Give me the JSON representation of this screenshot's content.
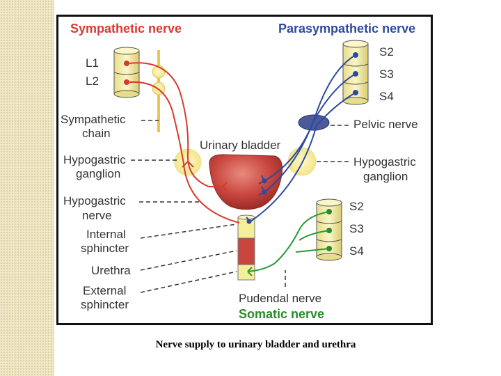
{
  "diagram": {
    "title_left": "Sympathetic nerve",
    "title_right": "Parasympathetic nerve",
    "labels": {
      "l1": "L1",
      "l2": "L2",
      "sympathetic_chain_1": "Sympathetic",
      "sympathetic_chain_2": "chain",
      "urinary_bladder": "Urinary bladder",
      "hypogastric_ganglion_left_1": "Hypogastric",
      "hypogastric_ganglion_left_2": "ganglion",
      "hypogastric_nerve_1": "Hypogastric",
      "hypogastric_nerve_2": "nerve",
      "internal_sphincter_1": "Internal",
      "internal_sphincter_2": "sphincter",
      "urethra": "Urethra",
      "external_sphincter_1": "External",
      "external_sphincter_2": "sphincter",
      "s2_top": "S2",
      "s3_top": "S3",
      "s4_top": "S4",
      "pelvic_nerve": "Pelvic nerve",
      "hypogastric_ganglion_right_1": "Hypogastric",
      "hypogastric_ganglion_right_2": "ganglion",
      "s2_bottom": "S2",
      "s3_bottom": "S3",
      "s4_bottom": "S4",
      "pudendal_nerve": "Pudendal nerve",
      "somatic_nerve": "Somatic nerve"
    },
    "colors": {
      "sympathetic": "#d83a2c",
      "parasympathetic": "#2d4aa0",
      "somatic": "#2a8a2a",
      "bladder": "#c8463e",
      "vertebra": "#f3eca0",
      "ganglion": "#f6ec9a"
    }
  },
  "caption": "Nerve supply to urinary bladder and urethra"
}
